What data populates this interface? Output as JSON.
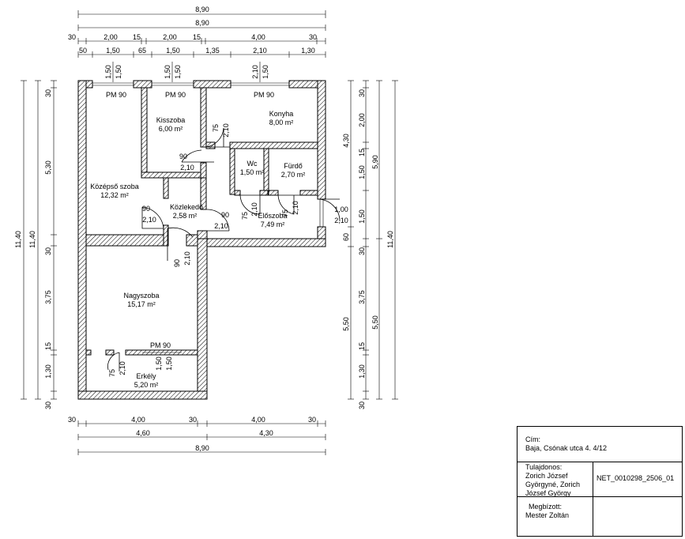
{
  "top_dims": {
    "row1": [
      "8,90"
    ],
    "row2": [
      "8,90"
    ],
    "row3": [
      "30",
      "2,00",
      "15",
      "2,00",
      "15",
      "4,00",
      "30"
    ],
    "row4": [
      "50",
      "1,50",
      "65",
      "1,50",
      "1,35",
      "2,10",
      "1,30"
    ],
    "window_pairs": [
      [
        "1,50",
        "1,50"
      ],
      [
        "1,50",
        "1,50"
      ],
      [
        "2,10",
        "1,50"
      ]
    ]
  },
  "bottom_dims": {
    "row1": [
      "30",
      "4,00",
      "30",
      "4,00",
      "30"
    ],
    "row2": [
      "4,60",
      "4,30"
    ],
    "row3": [
      "8,90"
    ]
  },
  "left_dims": {
    "outer": "11,40",
    "inner": "11,40",
    "segments": [
      "30",
      "5,30",
      "30",
      "3,75",
      "15",
      "1,30",
      "30"
    ]
  },
  "right_dims": {
    "segA": [
      "30",
      "2,00",
      "15",
      "1,50",
      "1,50",
      "30",
      "3,75",
      "15",
      "1,30",
      "30"
    ],
    "segB": [
      "4,30",
      "60",
      "5,50"
    ],
    "segC": [
      "5,90",
      "5,50"
    ],
    "total": "11,40"
  },
  "rooms": [
    {
      "name": "Kisszoba",
      "area": "6,00 m²"
    },
    {
      "name": "Konyha",
      "area": "8,00 m²"
    },
    {
      "name": "Középső szoba",
      "area": "12,32 m²"
    },
    {
      "name": "Wc",
      "area": "1,50 m²"
    },
    {
      "name": "Fürdő",
      "area": "2,70 m²"
    },
    {
      "name": "Közlekedő",
      "area": "2,58 m²"
    },
    {
      "name": "Előszoba",
      "area": "7,49 m²"
    },
    {
      "name": "Nagyszoba",
      "area": "15,17 m²"
    },
    {
      "name": "Erkély",
      "area": "5,20 m²"
    }
  ],
  "window_tags": [
    "PM 90",
    "PM 90",
    "PM 90",
    "PM 90"
  ],
  "door_labels": {
    "d1": [
      "90",
      "2,10"
    ],
    "d2": [
      "75",
      "2,10"
    ],
    "d3": [
      "90",
      "2,10"
    ],
    "d4": [
      "90",
      "2,10"
    ],
    "d5": [
      "75",
      "2,10"
    ],
    "d6": [
      "75",
      "2,10"
    ],
    "d7": [
      "1,00",
      "2,10"
    ],
    "d8": [
      "90",
      "2,10"
    ],
    "d9": [
      "75",
      "2,10"
    ],
    "d10": [
      "1,50",
      "1,50"
    ]
  },
  "title_block": {
    "address_label": "Cím:",
    "address": "Baja, Csónak utca 4. 4/12",
    "owners_label": "Tulajdonos:",
    "owners": [
      "Zorich József",
      "Györgyné, Zorich",
      "József György"
    ],
    "ref": "NET_0010298_2506_01",
    "agent_label": "Megbízott:",
    "agent": "Mester Zoltán"
  }
}
